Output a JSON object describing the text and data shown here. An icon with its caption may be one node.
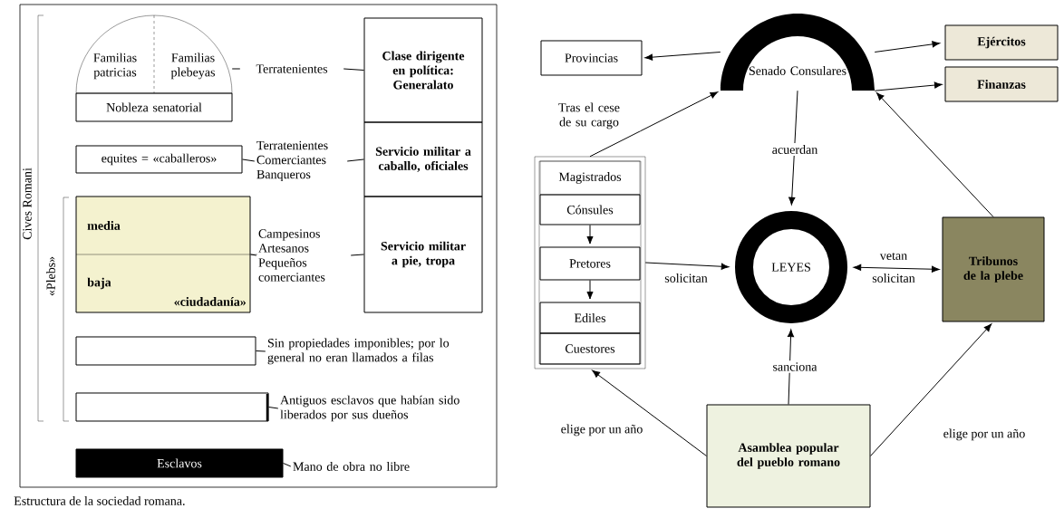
{
  "diagram": {
    "caption": "Estructura de la sociedad romana.",
    "nodes": [
      {
        "text": [
          "Familias patricias",
          "Familias plebeyas"
        ]
      },
      {
        "text": [
          "Nobleza senatorial"
        ]
      },
      {
        "text": [
          "Terratenientes"
        ]
      },
      {
        "text": [
          "Clase dirigente en política: Generalato"
        ]
      },
      {
        "text": [
          "equites = «caballeros»"
        ]
      },
      {
        "text": [
          "Terratenientes Comerciantes Banqueros"
        ]
      },
      {
        "text": [
          "Servicio militar a caballo, oficiales"
        ]
      },
      {
        "text": [
          "media",
          "baja",
          "«ciudadanía»"
        ]
      },
      {
        "text": [
          "Campesinos Artesanos Pequeños comerciantes"
        ]
      },
      {
        "text": [
          "Servicio militar a pie, tropa"
        ]
      },
      {
        "text": [],
        "shape": "box"
      },
      {
        "text": [
          "Sin propiedades imponibles; por lo general no eran llamados a filas"
        ]
      },
      {
        "text": [],
        "shape": "box"
      },
      {
        "text": [
          "Antiguos esclavos que habían sido liberados por sus dueños"
        ]
      },
      {
        "text": [
          "Esclavos"
        ]
      },
      {
        "text": [
          "Mano de obra no libre"
        ]
      },
      {
        "text": [
          "Senado Consulares"
        ]
      },
      {
        "text": [
          "Provincias"
        ]
      },
      {
        "text": [
          "Ejércitos"
        ]
      },
      {
        "text": [
          "Finanzas"
        ]
      },
      {
        "text": [
          "Magistrados"
        ]
      },
      {
        "text": [
          "Cónsules"
        ],
        "in": 20
      },
      {
        "text": [
          "Pretores"
        ],
        "in": 20
      },
      {
        "text": [
          "Ediles"
        ],
        "in": 20
      },
      {
        "text": [
          "Cuestores"
        ],
        "in": 20
      },
      {
        "text": [
          "LEYES"
        ]
      },
      {
        "text": [
          "Tribunos de la plebe"
        ]
      },
      {
        "text": [
          "Asamblea popular del pueblo romano"
        ]
      }
    ],
    "edges": [
      {
        "from": 0,
        "to": 2,
        "arrow": "none"
      },
      {
        "from": 2,
        "to": 3,
        "arrow": "none"
      },
      {
        "from": 4,
        "to": 5,
        "arrow": "none"
      },
      {
        "from": 5,
        "to": 6,
        "arrow": "none"
      },
      {
        "from": 7,
        "to": 8,
        "arrow": "none"
      },
      {
        "from": 8,
        "to": 9,
        "arrow": "none"
      },
      {
        "from": 10,
        "to": 11,
        "arrow": "none"
      },
      {
        "from": 12,
        "to": 13,
        "arrow": "none"
      },
      {
        "from": 14,
        "to": 15,
        "arrow": "none"
      },
      {
        "from": 16,
        "to": 17,
        "arrow": "to"
      },
      {
        "from": 16,
        "to": 18,
        "arrow": "to"
      },
      {
        "from": 16,
        "to": 19,
        "arrow": "to"
      },
      {
        "from": 20,
        "to": 16,
        "arrow": "to",
        "label": "Tras el cese de su cargo"
      },
      {
        "from": 16,
        "to": 25,
        "arrow": "to",
        "label": "acuerdan"
      },
      {
        "from": 21,
        "to": 22,
        "arrow": "to"
      },
      {
        "from": 22,
        "to": 23,
        "arrow": "to"
      },
      {
        "from": 20,
        "to": 25,
        "arrow": "to",
        "label": "solicitan"
      },
      {
        "from": 25,
        "to": 26,
        "arrow": "both",
        "label": "vetan"
      },
      {
        "from": 26,
        "to": 16,
        "arrow": "to"
      },
      {
        "from": 27,
        "to": 25,
        "arrow": "to",
        "label": "sanciona"
      },
      {
        "from": 27,
        "to": 20,
        "arrow": "to",
        "label": "elige por un año"
      },
      {
        "from": 27,
        "to": 26,
        "arrow": "to",
        "label": "elige por un año"
      }
    ],
    "labels": [
      "Cives Romani",
      "«Plebs»",
      "solicitan"
    ]
  }
}
